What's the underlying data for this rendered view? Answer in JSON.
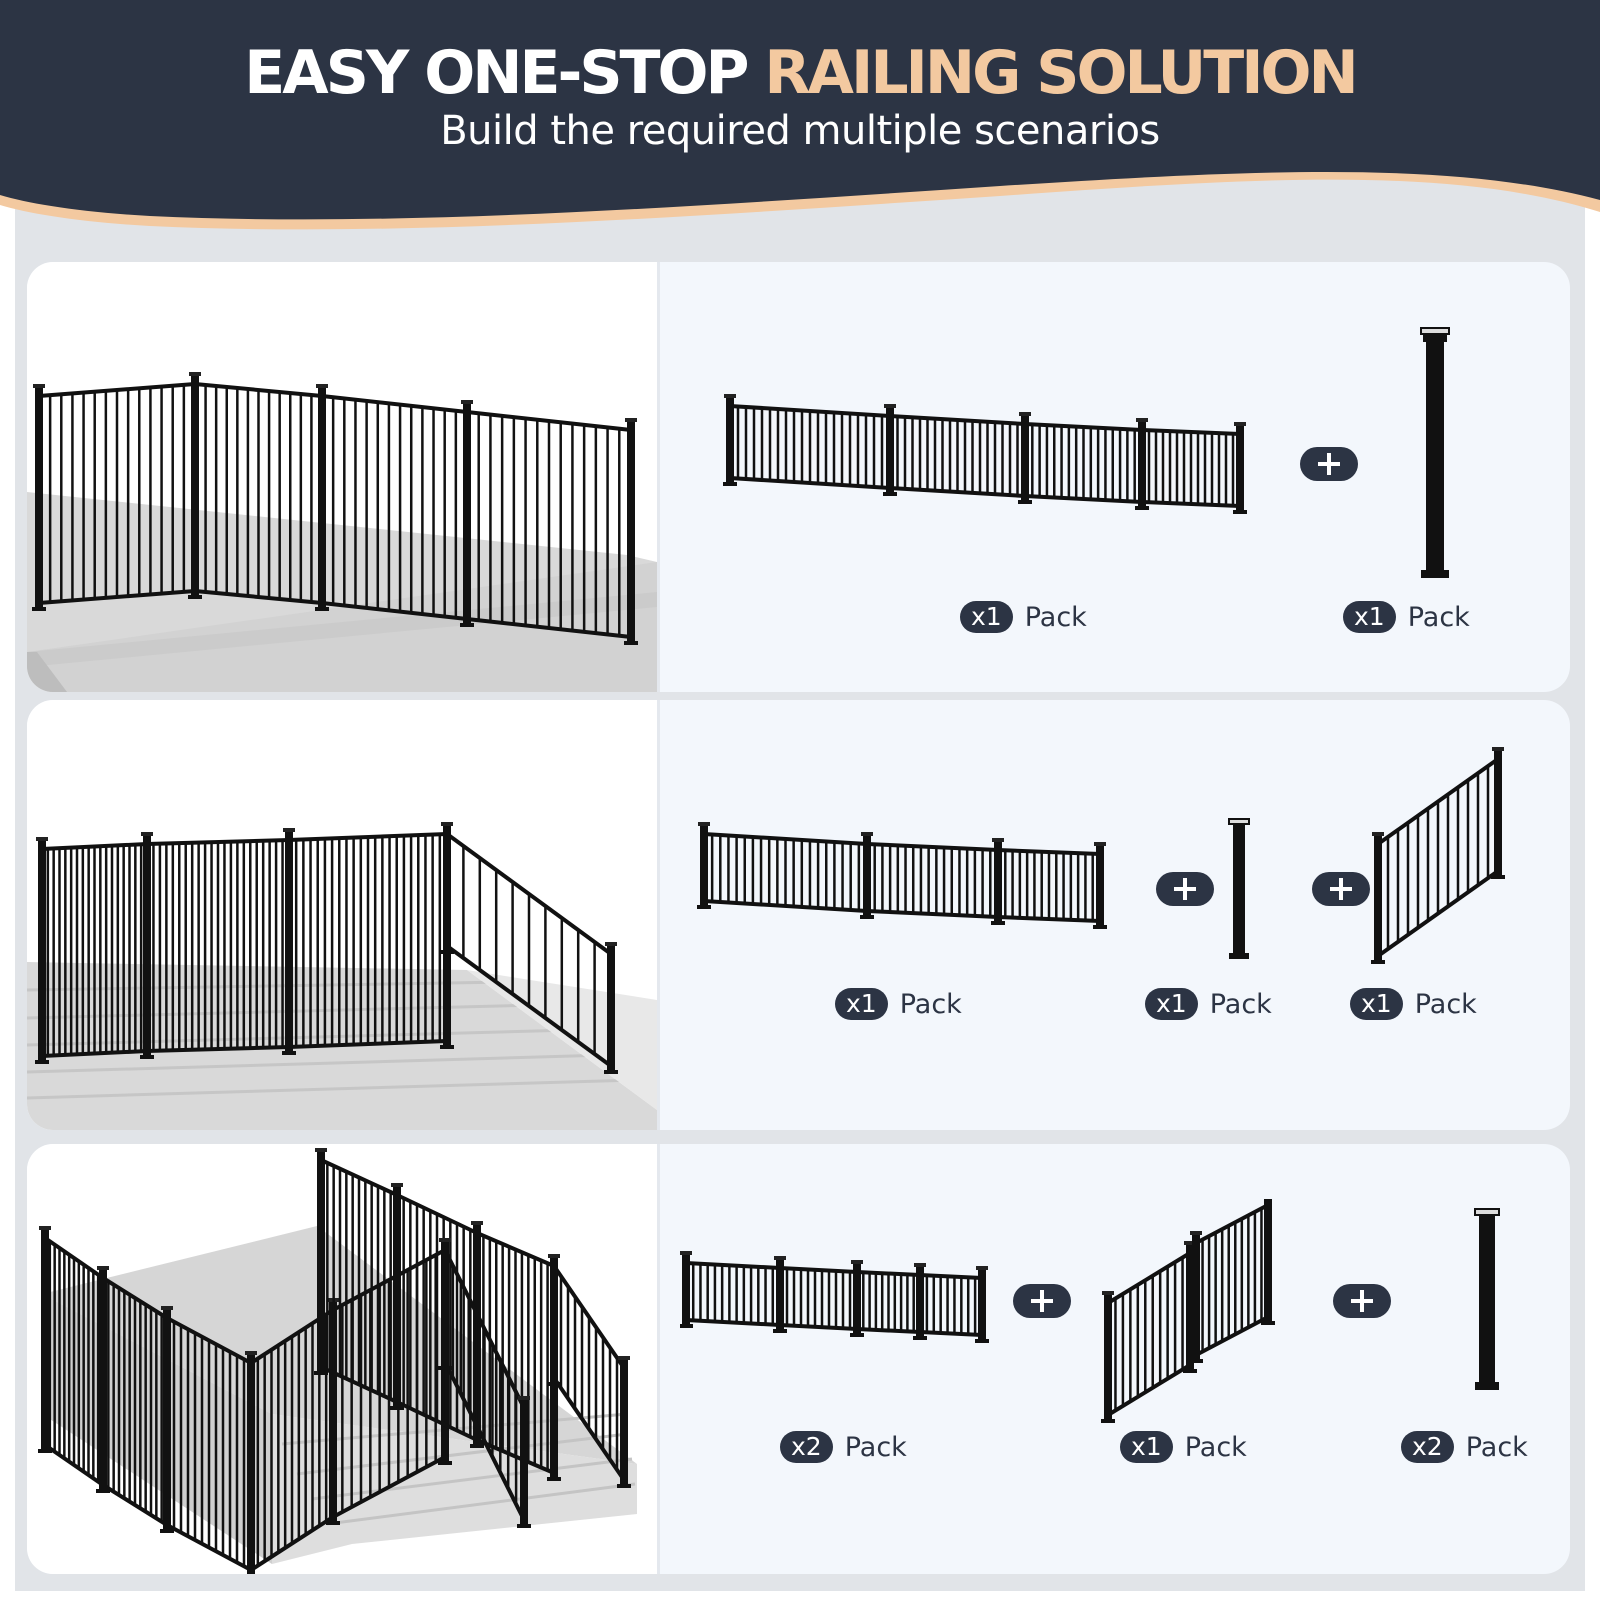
{
  "header": {
    "title_main": "EASY ONE-STOP ",
    "title_accent": "RAILING SOLUTION",
    "subtitle": "Build the required multiple scenarios"
  },
  "colors": {
    "header_bg": "#2c3444",
    "accent": "#f3c9a0",
    "page_bg": "#e1e4e8",
    "panel_bg": "#f3f7fc",
    "scene_bg": "#ffffff",
    "badge_bg": "#2c3444",
    "metal": "#111111",
    "concrete": "#d4d4d4"
  },
  "scenarios": [
    {
      "name": "flat-deck",
      "scene": "Deck with straight railing sections on a flat platform",
      "items": [
        {
          "product": "straight railing kit",
          "qty": "x1",
          "unit": "Pack"
        },
        {
          "product": "post",
          "qty": "x1",
          "unit": "Pack"
        }
      ],
      "separator": "+"
    },
    {
      "name": "deck-with-stairs",
      "scene": "Deck railing continuing down one stair run",
      "items": [
        {
          "product": "straight railing kit",
          "qty": "x1",
          "unit": "Pack"
        },
        {
          "product": "post",
          "qty": "x1",
          "unit": "Pack"
        },
        {
          "product": "stair railing",
          "qty": "x1",
          "unit": "Pack"
        }
      ],
      "separator": "+"
    },
    {
      "name": "raised-platform-with-stairs",
      "scene": "Raised platform with perimeter railing and two stair rails",
      "items": [
        {
          "product": "straight railing kit",
          "qty": "x2",
          "unit": "Pack"
        },
        {
          "product": "stair railing kit",
          "qty": "x1",
          "unit": "Pack"
        },
        {
          "product": "post",
          "qty": "x2",
          "unit": "Pack"
        }
      ],
      "separator": "+"
    }
  ]
}
